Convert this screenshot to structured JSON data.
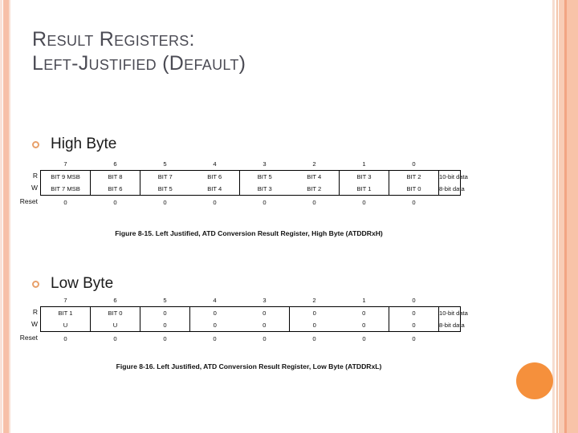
{
  "slide": {
    "title": "Result Registers:\nLeft-Justified (Default)",
    "title_color": "#4b4b54",
    "accent_color": "#f5903c",
    "sidebar_color": "#f7c0a8"
  },
  "bullets": [
    {
      "label": "High Byte",
      "marker": "open-circle-orange"
    },
    {
      "label": "Low Byte",
      "marker": "open-circle-orange"
    }
  ],
  "figures": {
    "high_byte": {
      "caption": "Figure 8-15. Left Justified, ATD Conversion Result Register, High Byte (ATDDRxH)",
      "row_labels": {
        "read": "R",
        "write": "W",
        "reset": "Reset"
      },
      "bit_numbers": [
        "7",
        "6",
        "5",
        "4",
        "3",
        "2",
        "1",
        "0"
      ],
      "read_row": [
        "BIT 9 MSB",
        "BIT 8",
        "BIT 7",
        "BIT 6",
        "BIT 5",
        "BIT 4",
        "BIT 3",
        "BIT 2"
      ],
      "write_row": [
        "BIT 7 MSB",
        "BIT 6",
        "BIT 5",
        "BIT 4",
        "BIT 3",
        "BIT 2",
        "BIT 1",
        "BIT 0"
      ],
      "reset_row": [
        "0",
        "0",
        "0",
        "0",
        "0",
        "0",
        "0",
        "0"
      ],
      "side_label_read": "10-bit data",
      "side_label_write": "8-bit data"
    },
    "low_byte": {
      "caption": "Figure 8-16. Left Justified, ATD Conversion Result Register, Low Byte (ATDDRxL)",
      "row_labels": {
        "read": "R",
        "write": "W",
        "reset": "Reset"
      },
      "bit_numbers": [
        "7",
        "6",
        "5",
        "4",
        "3",
        "2",
        "1",
        "0"
      ],
      "read_row": [
        "BIT 1",
        "BIT 0",
        "0",
        "0",
        "0",
        "0",
        "0",
        "0"
      ],
      "write_row": [
        "U",
        "U",
        "0",
        "0",
        "0",
        "0",
        "0",
        "0"
      ],
      "reset_row": [
        "0",
        "0",
        "0",
        "0",
        "0",
        "0",
        "0",
        "0"
      ],
      "side_label_read": "10-bit data",
      "side_label_write": "8-bit data"
    }
  }
}
